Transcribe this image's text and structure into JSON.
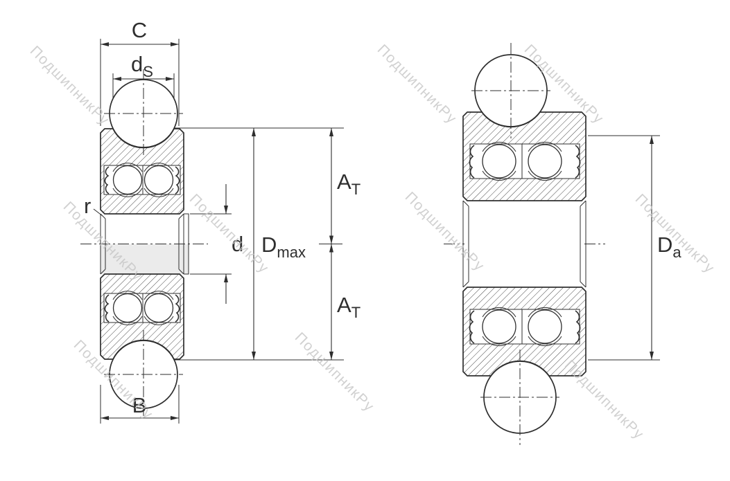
{
  "watermark": {
    "text": "ПодшипникРу"
  },
  "labels": {
    "c": "C",
    "ds_main": "d",
    "ds_sub": "S",
    "r": "r",
    "d": "d",
    "dmax_main": "D",
    "dmax_sub": "max",
    "at_main": "A",
    "at_sub": "T",
    "b": "B",
    "da_main": "D",
    "da_sub": "a"
  },
  "colors": {
    "line": "#2e2e2e",
    "hatch": "#4a4a4a",
    "watermark": "#c6c6c6",
    "background": "#ffffff",
    "shaft_fill": "#ebebeb"
  }
}
